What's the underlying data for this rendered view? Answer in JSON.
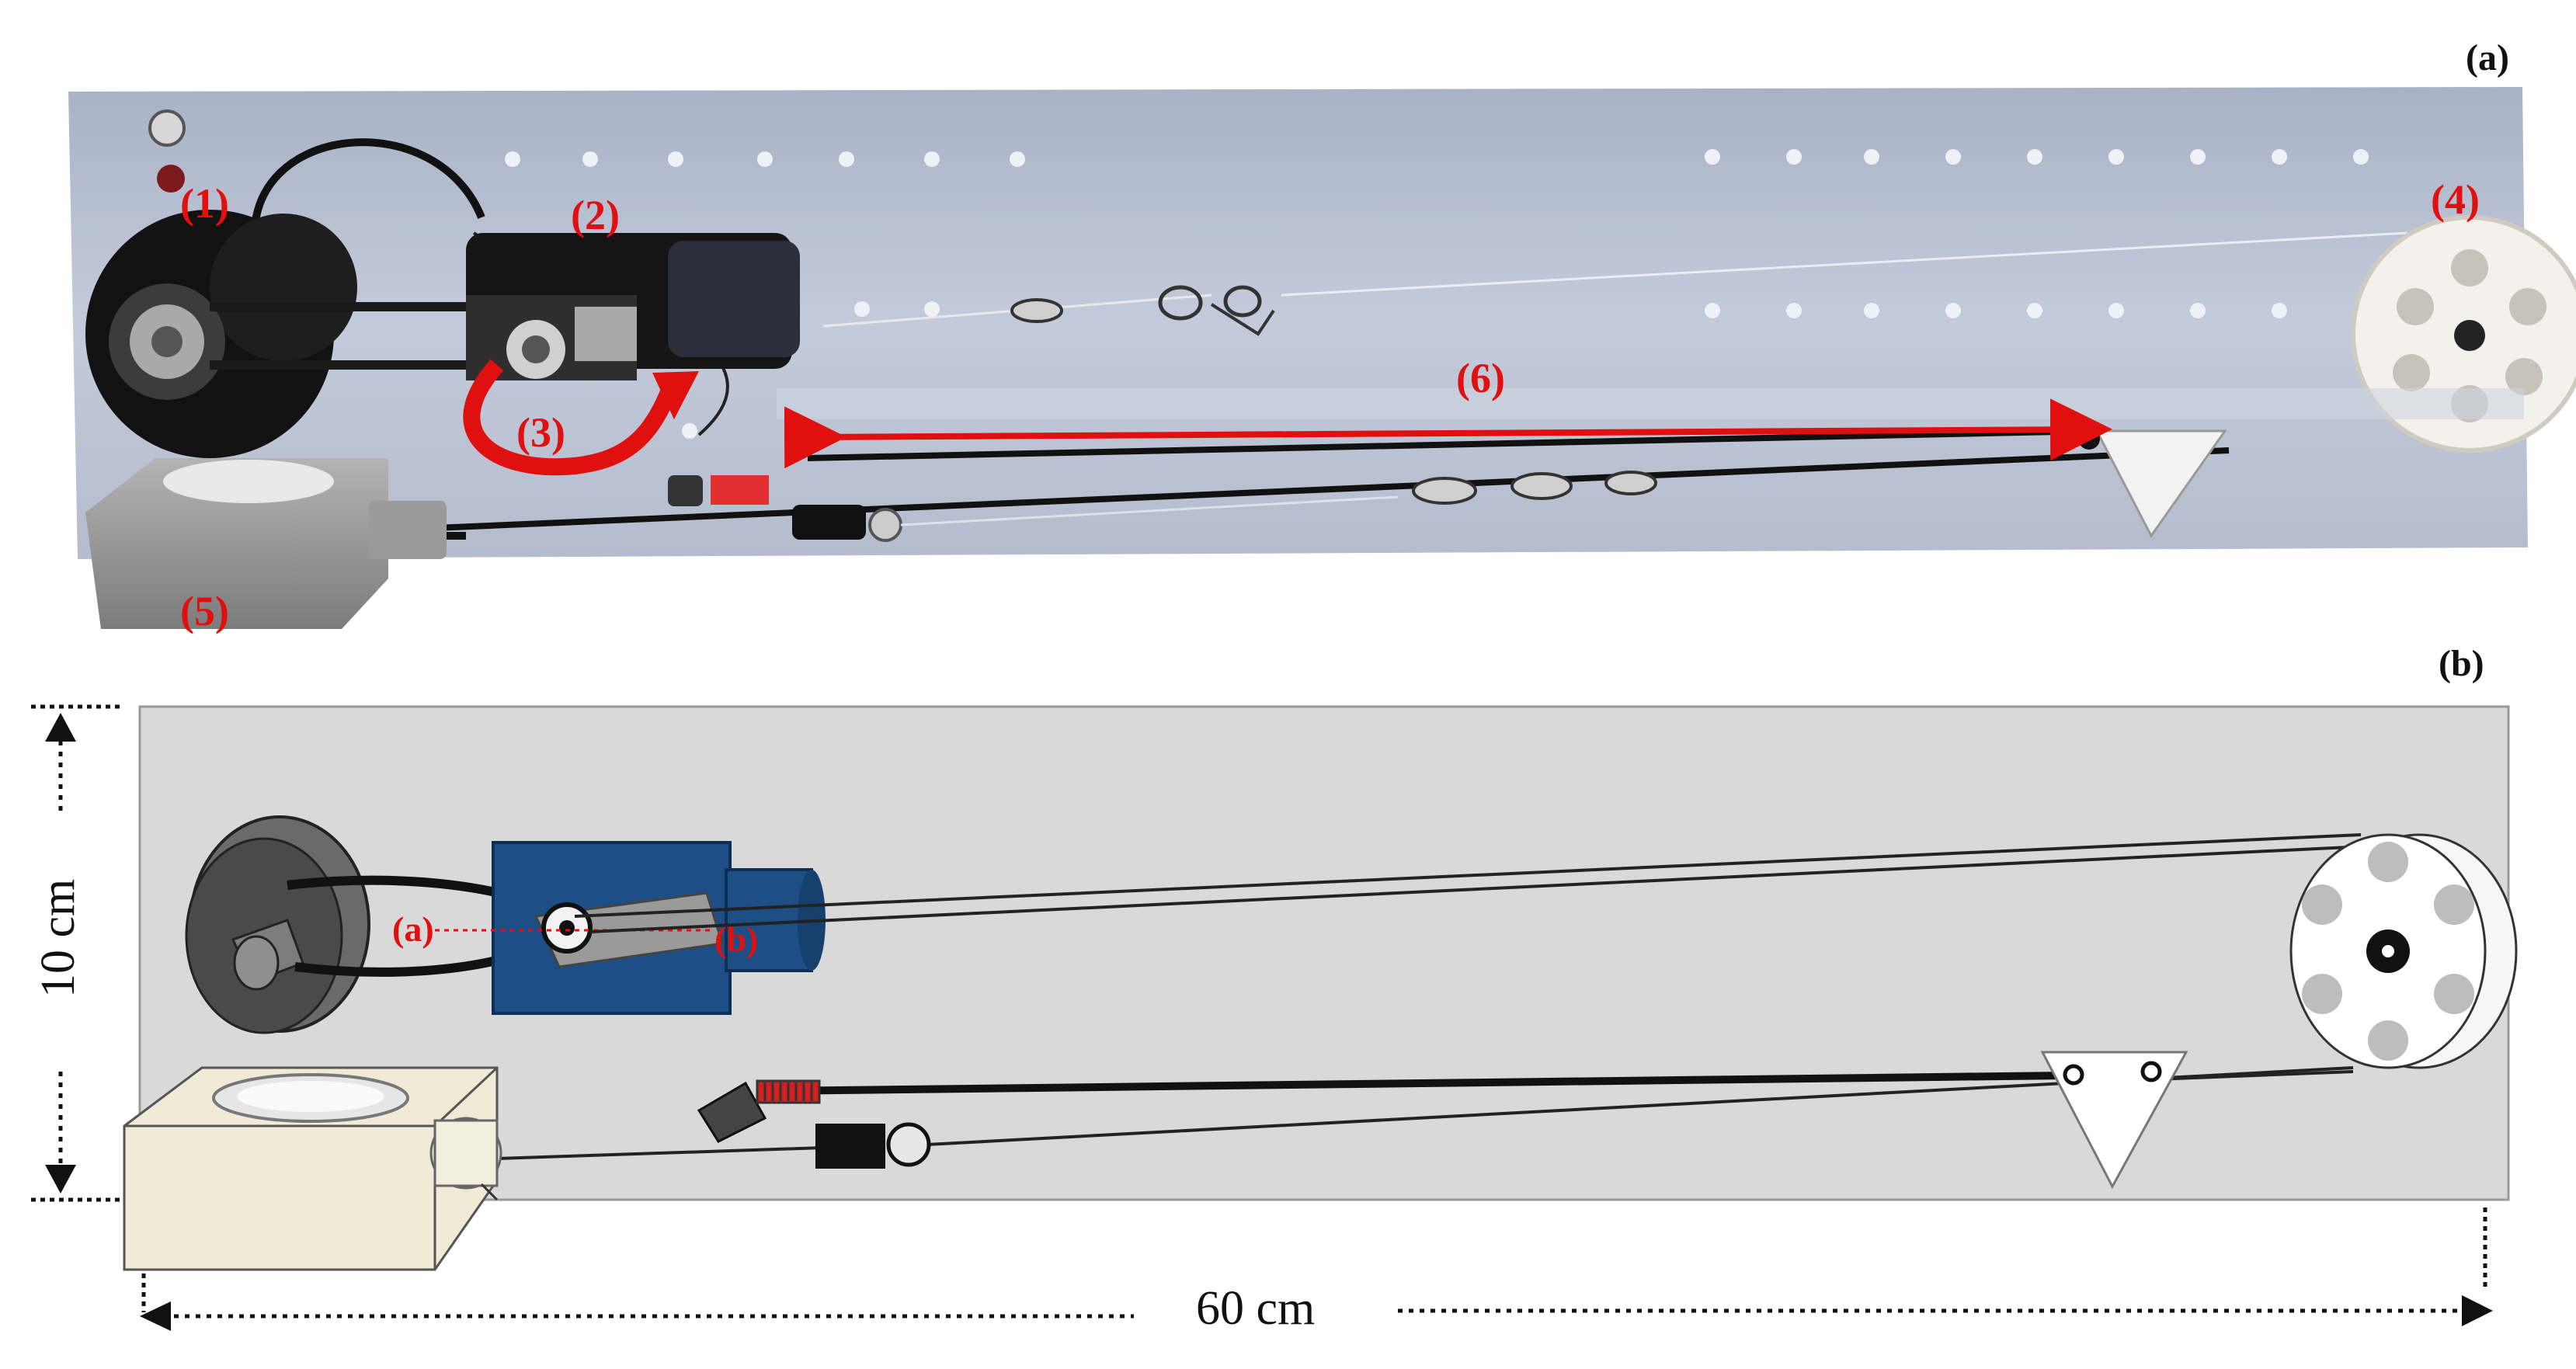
{
  "figure": {
    "panel_a_label": "(a)",
    "panel_b_label": "(b)"
  },
  "photo_labels": [
    "(1)",
    "(2)",
    "(3)",
    "(4)",
    "(5)",
    "(6)"
  ],
  "schematic_labels": {
    "point_a": "(a)",
    "point_b": "(b)"
  },
  "dimensions": {
    "height": "10 cm",
    "width": "60 cm"
  },
  "colors": {
    "annotation_red": "#e01010",
    "motor_blue": "#1d4f86",
    "board_grey": "#d9d9d9",
    "photo_board": "#b9c1d2",
    "sensor_cream": "#f0ead7"
  },
  "icons": [
    "pulley-icon",
    "motor-icon",
    "gearbox-icon",
    "sensor-icon",
    "triangle-plate-icon",
    "swivel-connector-icon"
  ]
}
